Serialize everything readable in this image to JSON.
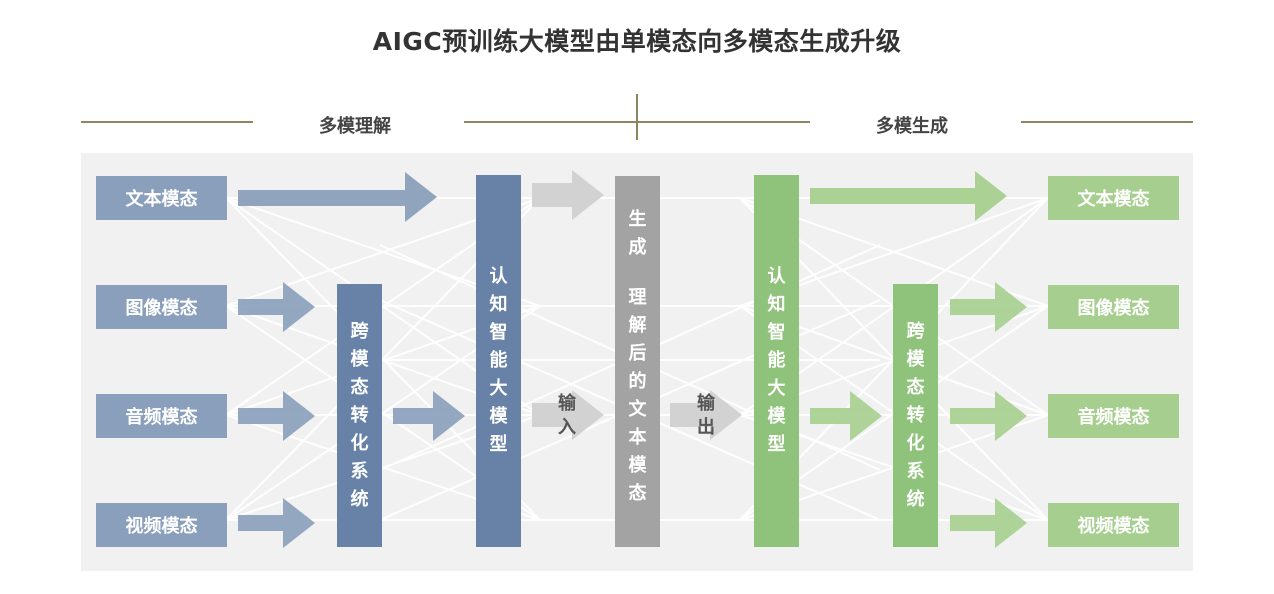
{
  "title": "AIGC预训练大模型由单模态向多模态生成升级",
  "sections": {
    "left": "多模理解",
    "right": "多模生成"
  },
  "input_modalities": [
    "文本模态",
    "图像模态",
    "音频模态",
    "视频模态"
  ],
  "output_modalities": [
    "文本模态",
    "图像模态",
    "音频模态",
    "视频模态"
  ],
  "blocks": {
    "left_cross": "跨模态转化系统",
    "left_model": "认知智能大模型",
    "center_top": "生成",
    "center_bottom": "理解后的文本模态",
    "right_model": "认知智能大模型",
    "right_cross": "跨模态转化系统"
  },
  "flow_labels": {
    "input": "输入",
    "output": "输出"
  },
  "colors": {
    "blue_light": "#8a9fbb",
    "blue_dark": "#6782a6",
    "gray": "#a3a3a3",
    "green_light": "#a6cf8f",
    "green_dark": "#8fc27a",
    "rule": "#8c8560"
  }
}
